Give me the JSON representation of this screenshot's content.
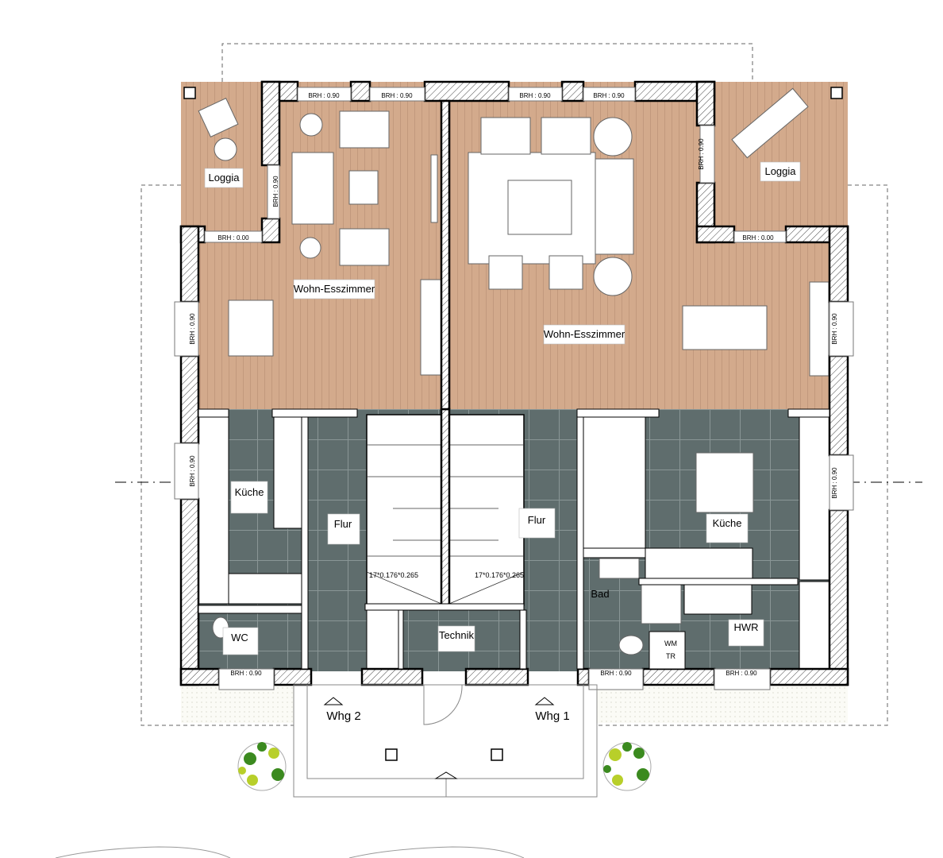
{
  "plan": {
    "rooms": {
      "loggia_left": "Loggia",
      "loggia_right": "Loggia",
      "wohn_left": "Wohn-Esszimmer",
      "wohn_right": "Wohn-Esszimmer",
      "kueche_left": "Küche",
      "kueche_right": "Küche",
      "flur_left": "Flur",
      "flur_right": "Flur",
      "wc": "WC",
      "bad": "Bad",
      "technik": "Technik",
      "hwr": "HWR",
      "wm": "WM",
      "tr": "TR"
    },
    "stairs": [
      "17*0.176*0.265",
      "17*0.176*0.265"
    ],
    "windows": {
      "brh_090": "BRH : 0.90",
      "brh_000": "BRH : 0.00"
    },
    "entrances": [
      "Whg 2",
      "Whg 1"
    ]
  },
  "colors": {
    "wood": "#d3aa8c",
    "tile": "#5f6d6d",
    "wall_hatch": "#000000",
    "tree": "#4a9a2a"
  }
}
